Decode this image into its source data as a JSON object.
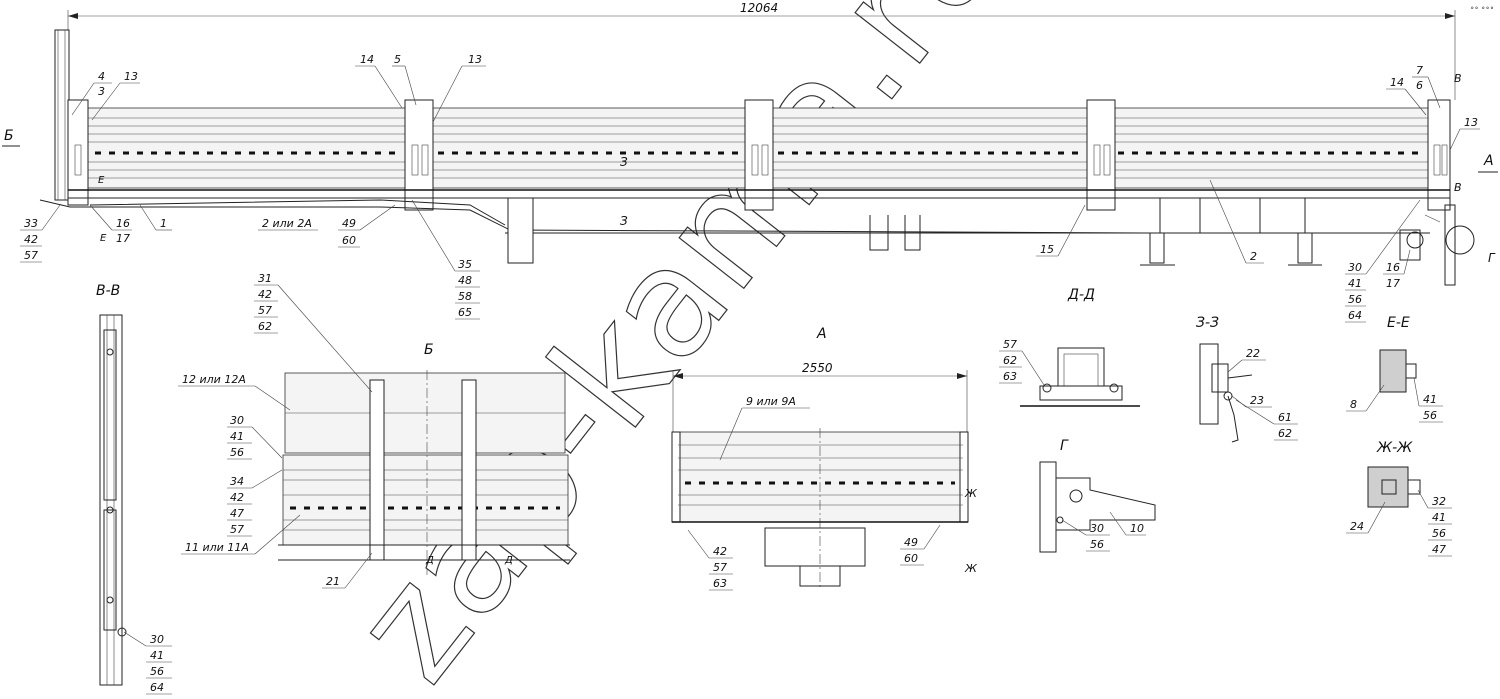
{
  "drawing": {
    "overall_dimension": "12064",
    "width_dimension": "2550",
    "watermark": "zap-kama.ru",
    "corner_mark": "∘∘ ∘∘∘"
  },
  "section_labels": {
    "b_left": "Б",
    "a_right": "А",
    "v_top": "В",
    "v_bottom": "В",
    "e_cut": "Е",
    "e_cut_bottom": "Е",
    "z_cut_1": "З",
    "z_cut_2": "З",
    "zh_cut_1": "Ж",
    "zh_cut_2": "Ж",
    "d_cut_1": "Д",
    "d_cut_2": "Д",
    "g_ref": "Г"
  },
  "view_titles": {
    "vv": "В-В",
    "b": "Б",
    "a": "А",
    "dd": "Д-Д",
    "zz": "З-З",
    "ee": "Е-Е",
    "g": "Г",
    "zhzh": "Ж-Ж"
  },
  "callouts": {
    "c1": "4",
    "c2": "3",
    "c3": "13",
    "c4": "14",
    "c5": "5",
    "c6": "13",
    "c7": "14",
    "c8": "7",
    "c9": "6",
    "c10": "13",
    "c11": "16",
    "c12": "17",
    "c13": "1",
    "c14": "2 или 2А",
    "c15": "49",
    "c16": "60",
    "c17": "35",
    "c18": "48",
    "c19": "58",
    "c20": "65",
    "c21": "15",
    "c22": "2",
    "c23": "30",
    "c24": "41",
    "c25": "56",
    "c26": "64",
    "c27": "16",
    "c28": "17",
    "c29": "33",
    "c30": "42",
    "c31": "57",
    "b1": "31",
    "b2": "42",
    "b3": "57",
    "b4": "62",
    "b5": "12 или 12А",
    "b6": "30",
    "b7": "41",
    "b8": "56",
    "b9": "34",
    "b10": "42",
    "b11": "47",
    "b12": "57",
    "b13": "11 или 11А",
    "b14": "21",
    "a1": "9 или 9А",
    "a2": "42",
    "a3": "57",
    "a4": "63",
    "a5": "49",
    "a6": "60",
    "d1": "57",
    "d2": "62",
    "d3": "63",
    "z1": "22",
    "z2": "23",
    "z3": "61",
    "z4": "62",
    "e1": "8",
    "e2": "41",
    "e3": "56",
    "g1": "30",
    "g2": "56",
    "g3": "10",
    "zh1": "24",
    "zh2": "32",
    "zh3": "41",
    "zh4": "56",
    "zh5": "47",
    "v1": "30",
    "v2": "41",
    "v3": "56",
    "v4": "64"
  }
}
